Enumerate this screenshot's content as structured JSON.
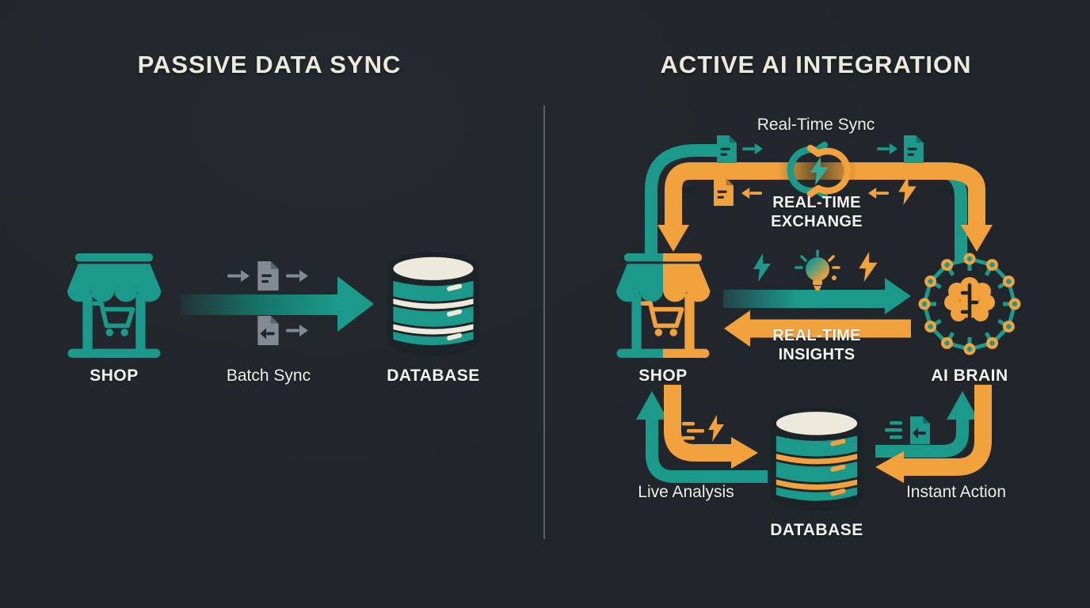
{
  "colors": {
    "background": "#20262b",
    "teal": "#1b9a8c",
    "orange": "#f2a23d",
    "cream": "#eeeadb",
    "white": "#f5f4ef",
    "gray_icon": "#828a94",
    "divider": "#575e66",
    "dark_outline": "#1d2429"
  },
  "left": {
    "title": "PASSIVE DATA SYNC",
    "shop_label": "SHOP",
    "flow_label": "Batch Sync",
    "database_label": "DATABASE"
  },
  "right": {
    "title": "ACTIVE AI INTEGRATION",
    "sync_label": "Real-Time Sync",
    "exchange_label": "REAL-TIME EXCHANGE",
    "shop_label": "SHOP",
    "insights_label": "REAL-TIME INSIGHTS",
    "ai_label": "AI BRAIN",
    "live_label": "Live Analysis",
    "database_label": "DATABASE",
    "action_label": "Instant Action"
  },
  "icons": [
    "shop-icon",
    "database-icon",
    "document-icon",
    "document-arrow-icon",
    "arrow-right-icon",
    "arrow-left-icon",
    "batch-sync-arrow",
    "exchange-sync-icon",
    "lightning-bolt-icon",
    "lightbulb-icon",
    "ai-brain-icon",
    "loop-arrow-down",
    "loop-arrow-up",
    "speed-lines-icon"
  ]
}
